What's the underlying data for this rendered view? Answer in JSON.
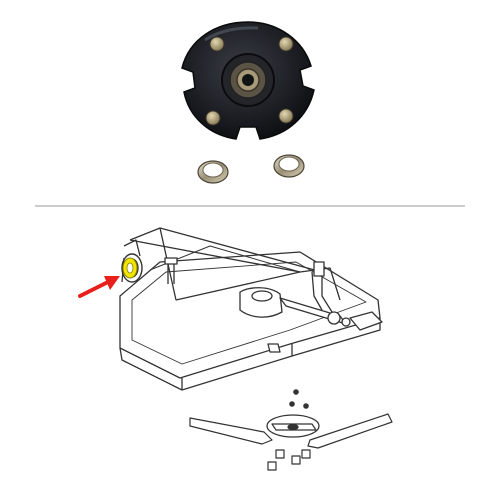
{
  "product": {
    "hub_photo": {
      "icon": "wheel-hub-photo"
    },
    "bearing_rings": {
      "count": 2,
      "icon": "bearing-ring"
    }
  },
  "diagram": {
    "callout": {
      "icon": "red-arrow",
      "color": "#e8201c"
    },
    "highlight_color": "#f2e600",
    "machine": "rotary-cutter-line-drawing"
  },
  "colors": {
    "hub": "#1e2026",
    "hub_dark": "#0c0d10",
    "bolt": "#b5a77a",
    "line": "#333333",
    "divider": "#9a9a9a"
  }
}
